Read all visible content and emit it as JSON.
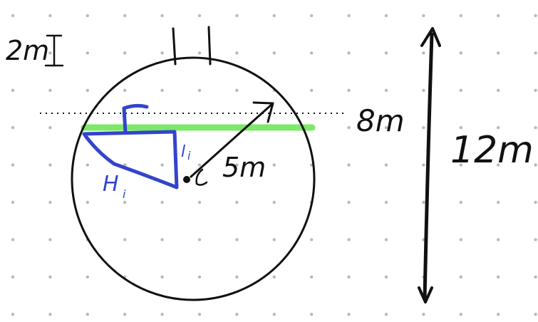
{
  "labels": {
    "scale": "2m",
    "depth": "8m",
    "radius": "5m",
    "height": "12m",
    "triangle_hyp": "H",
    "triangle_hyp_sub": "i",
    "triangle_leg": "l",
    "triangle_leg_sub": "i"
  },
  "colors": {
    "ink": "#111111",
    "blue": "#3344cc",
    "green": "#7ee86a",
    "dots": "#b9b9b9"
  }
}
